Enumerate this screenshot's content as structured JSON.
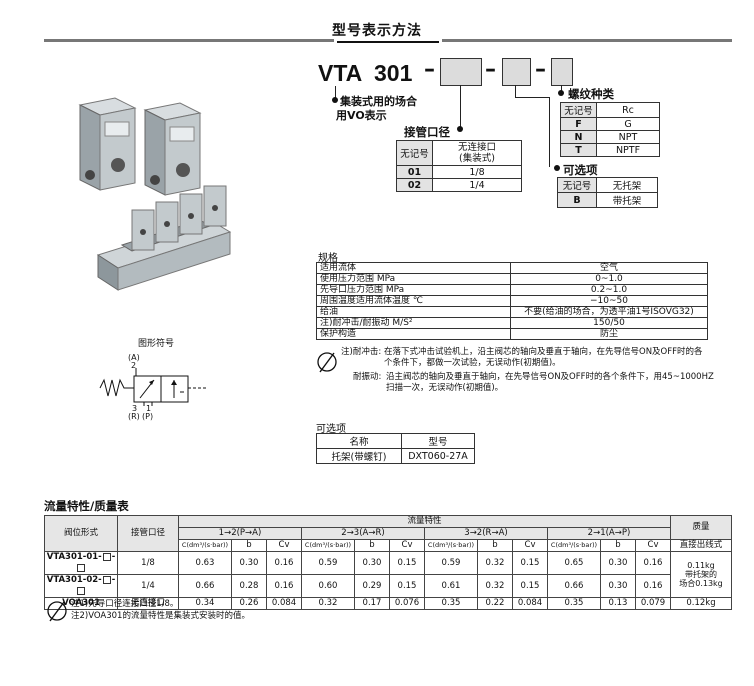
{
  "title": "型号表示方法",
  "model": {
    "base": "VTA",
    "number": "301",
    "desc": [
      "集装式用的场合",
      "用VO表示"
    ]
  },
  "port": {
    "label": "接管口径",
    "rows": [
      {
        "code": "无记号",
        "value": "无连接口(集装式)"
      },
      {
        "code": "01",
        "value": "1/8"
      },
      {
        "code": "02",
        "value": "1/4"
      }
    ]
  },
  "thread": {
    "label": "螺纹种类",
    "rows": [
      {
        "code": "无记号",
        "value": "Rc"
      },
      {
        "code": "F",
        "value": "G"
      },
      {
        "code": "N",
        "value": "NPT"
      },
      {
        "code": "T",
        "value": "NPTF"
      }
    ]
  },
  "option": {
    "label": "可选项",
    "rows": [
      {
        "code": "无记号",
        "value": "无托架"
      },
      {
        "code": "B",
        "value": "带托架"
      }
    ]
  },
  "symbol": {
    "caption": "图形符号",
    "port_a": "(A)",
    "port_a_num": "2",
    "port_r_num": "3",
    "port_p_num": "1",
    "port_r": "(R)",
    "port_p": "(P)"
  },
  "spec": {
    "title": "规格",
    "rows": [
      {
        "k": "适用流体",
        "v": "空气"
      },
      {
        "k": "使用压力范围 MPa",
        "v": "0~1.0"
      },
      {
        "k": "先导口压力范围 MPa",
        "v": "0.2~1.0"
      },
      {
        "k": "周围温度适用流体温度 ℃",
        "v": "−10~50"
      },
      {
        "k": "给油",
        "v": "不要(给油的场合，为透平油1号ISOVG32)"
      },
      {
        "k": "注)耐冲击/耐振动 M/S²",
        "v": "150/50"
      },
      {
        "k": "保护构造",
        "v": "防尘"
      }
    ],
    "note1_label": "注)耐冲击:",
    "note1": "在落下式冲击试验机上，沿主阀芯的轴向及垂直于轴向，在先导信号ON及OFF时的各个条件下，都做一次试验，无误动作(初期值)。",
    "note2_label": "耐振动:",
    "note2": "沿主阀芯的轴向及垂直于轴向，在先导信号ON及OFF时的各个条件下，用45~1000HZ扫描一次，无误动作(初期值)。"
  },
  "accessory": {
    "title": "可选项",
    "headers": [
      "名称",
      "型号"
    ],
    "row": [
      "托架(带螺钉)",
      "DXT060-27A"
    ]
  },
  "flow": {
    "title": "流量特性/质量表",
    "h_valve": "阀位形式",
    "h_port": "接管口径",
    "h_flow": "流量特性",
    "h_mass": "质量",
    "groups": [
      "1→2(P→A)",
      "2→3(A→R)",
      "3→2(R→A)",
      "2→1(A→P)"
    ],
    "sub": [
      "C(dm³/(s·bar))",
      "b",
      "Cv"
    ],
    "mass_sub": "直接出线式",
    "rows": [
      {
        "model": "VTA301-01-",
        "port": "1/8",
        "vals": [
          "0.63",
          "0.30",
          "0.16",
          "0.59",
          "0.30",
          "0.15",
          "0.59",
          "0.32",
          "0.15",
          "0.65",
          "0.30",
          "0.16"
        ]
      },
      {
        "model": "VTA301-02-",
        "port": "1/4",
        "vals": [
          "0.66",
          "0.28",
          "0.16",
          "0.60",
          "0.29",
          "0.15",
          "0.61",
          "0.32",
          "0.15",
          "0.66",
          "0.30",
          "0.16"
        ]
      },
      {
        "model": "VOA301",
        "port": "无连接口",
        "vals": [
          "0.34",
          "0.26",
          "0.084",
          "0.32",
          "0.17",
          "0.076",
          "0.35",
          "0.22",
          "0.084",
          "0.35",
          "0.13",
          "0.079"
        ],
        "mass": "0.12kg"
      }
    ],
    "mass_merged": [
      "0.11kg",
      "带托架的",
      "场合0.13kg"
    ],
    "notes": [
      "注1)先导口径连接口径1/8。",
      "注2)VOA301的流量特性是集装式安装时的值。"
    ]
  }
}
